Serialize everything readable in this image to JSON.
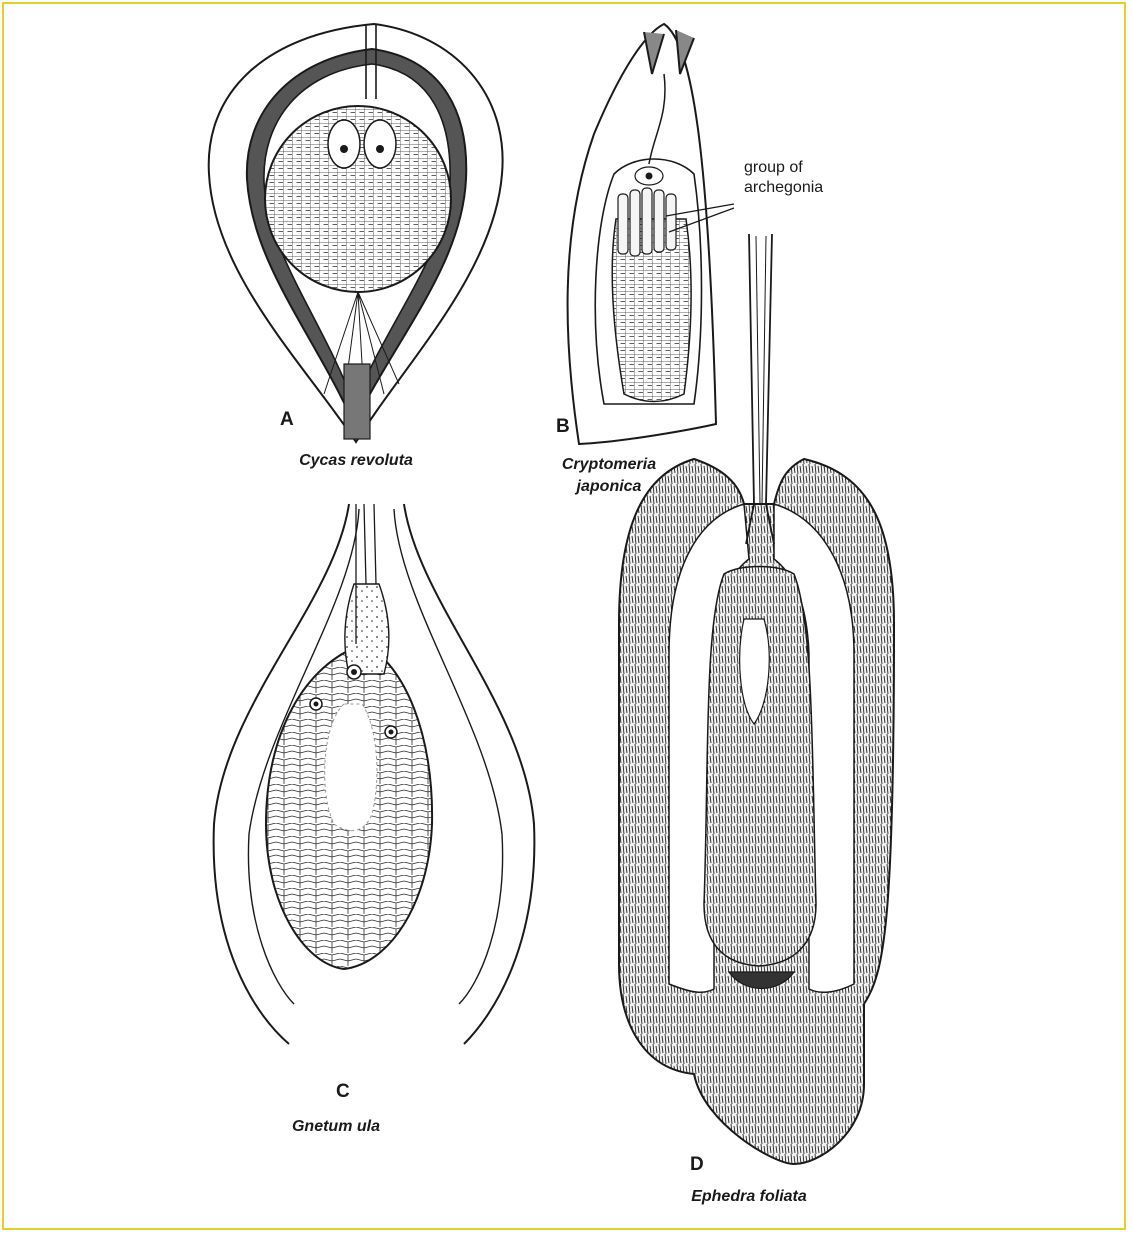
{
  "frame": {
    "border_color": "#e5cf2a"
  },
  "figures": {
    "a": {
      "letter": "A",
      "species": "Cycas revoluta"
    },
    "b": {
      "letter": "B",
      "species_line1": "Cryptomeria",
      "species_line2": "japonica",
      "callout_line1": "group of",
      "callout_line2": "archegonia"
    },
    "c": {
      "letter": "C",
      "species": "Gnetum ula"
    },
    "d": {
      "letter": "D",
      "species": "Ephedra foliata"
    }
  }
}
